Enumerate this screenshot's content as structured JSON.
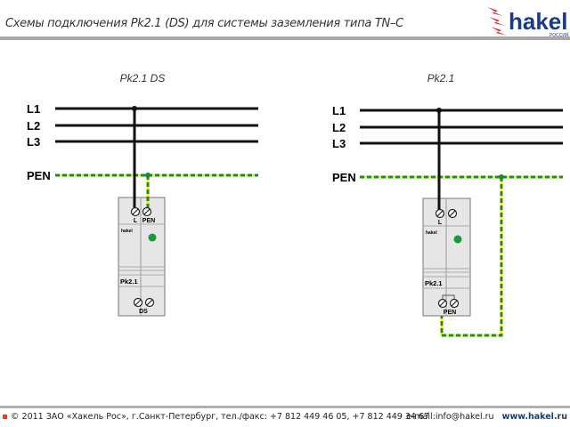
{
  "header": {
    "title": "Схемы подключения Pk2.1 (DS)  для системы заземления типа TN–C",
    "logo_text": "hakel",
    "logo_sub": "РОССИЯ"
  },
  "colors": {
    "brand_red": "#e02020",
    "brand_blue": "#1a3a8a",
    "pen_green": "#1a8a2a",
    "pen_yellow": "#f0f000"
  },
  "diagram_left": {
    "title": "Pk2.1 DS",
    "lines": [
      "L1",
      "L2",
      "L3",
      "PEN"
    ],
    "terminal_top": [
      "L",
      "PEN"
    ],
    "device_logo": "hakel",
    "device_name": "Pk2.1",
    "terminal_bottom": "DS"
  },
  "diagram_right": {
    "title": "Pk2.1",
    "lines": [
      "L1",
      "L2",
      "L3",
      "PEN"
    ],
    "terminal_top": [
      "L"
    ],
    "device_logo": "hakel",
    "device_name": "Pk2.1",
    "terminal_bottom": "PEN"
  },
  "footer": {
    "copyright": "© 2011 ЗАО «Хакель Рос», г.Санкт-Петербург, тел./факс: +7 812 449 46 05, +7 812 449 34 67",
    "email": "e-mail:info@hakel.ru",
    "website": "www.hakel.ru"
  }
}
